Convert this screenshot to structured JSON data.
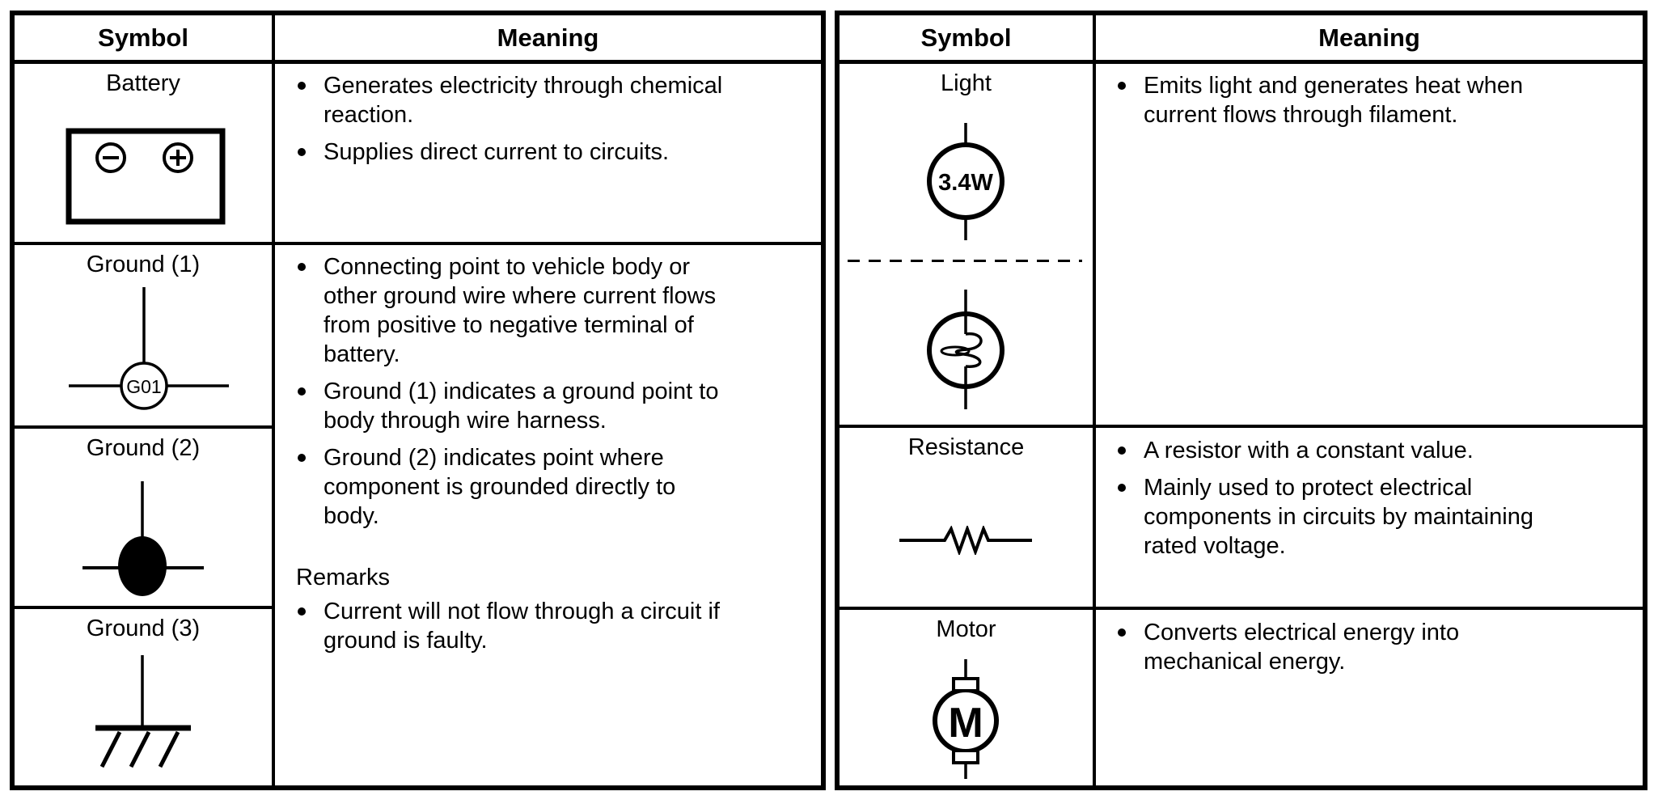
{
  "left_table": {
    "header": {
      "symbol": "Symbol",
      "meaning": "Meaning"
    },
    "symbols": [
      {
        "label": "Battery",
        "icon": "battery-icon"
      },
      {
        "label": "Ground (1)",
        "icon": "ground-wire-harness-icon",
        "code": "G01"
      },
      {
        "label": "Ground (2)",
        "icon": "ground-direct-body-icon"
      },
      {
        "label": "Ground (3)",
        "icon": "ground-earth-icon"
      }
    ],
    "battery_meaning": {
      "bullets": [
        {
          "lines": [
            "Generates electricity through chemical",
            "reaction."
          ]
        },
        {
          "lines": [
            "Supplies direct current to circuits."
          ]
        }
      ]
    },
    "ground_meaning": {
      "bullets": [
        {
          "lines": [
            "Connecting point to vehicle body or",
            "other ground wire where current flows",
            "from positive to negative terminal of",
            "battery."
          ]
        },
        {
          "lines": [
            "Ground (1) indicates a ground point to",
            "body through wire harness."
          ]
        },
        {
          "lines": [
            "Ground (2) indicates point where",
            "component is grounded directly to",
            "body."
          ]
        }
      ],
      "remarks_title": "Remarks",
      "remarks_bullets": [
        {
          "lines": [
            "Current will not flow through a circuit if",
            "ground is faulty."
          ]
        }
      ]
    }
  },
  "right_table": {
    "header": {
      "symbol": "Symbol",
      "meaning": "Meaning"
    },
    "symbols": [
      {
        "label": "Light",
        "icon": "light-bulb-icon",
        "wattage": "3.4W"
      },
      {
        "label": "Resistance",
        "icon": "resistor-icon"
      },
      {
        "label": "Motor",
        "icon": "motor-icon",
        "letter": "M"
      }
    ],
    "light_meaning": {
      "bullets": [
        {
          "lines": [
            "Emits light and generates heat when",
            "current flows through filament."
          ]
        }
      ]
    },
    "resistance_meaning": {
      "bullets": [
        {
          "lines": [
            "A resistor with a constant value."
          ]
        },
        {
          "lines": [
            "Mainly used to protect electrical",
            "components in circuits by maintaining",
            "rated voltage."
          ]
        }
      ]
    },
    "motor_meaning": {
      "bullets": [
        {
          "lines": [
            "Converts electrical energy into",
            "mechanical energy."
          ]
        }
      ]
    }
  },
  "colors": {
    "ink": "#000000",
    "paper": "#ffffff"
  }
}
